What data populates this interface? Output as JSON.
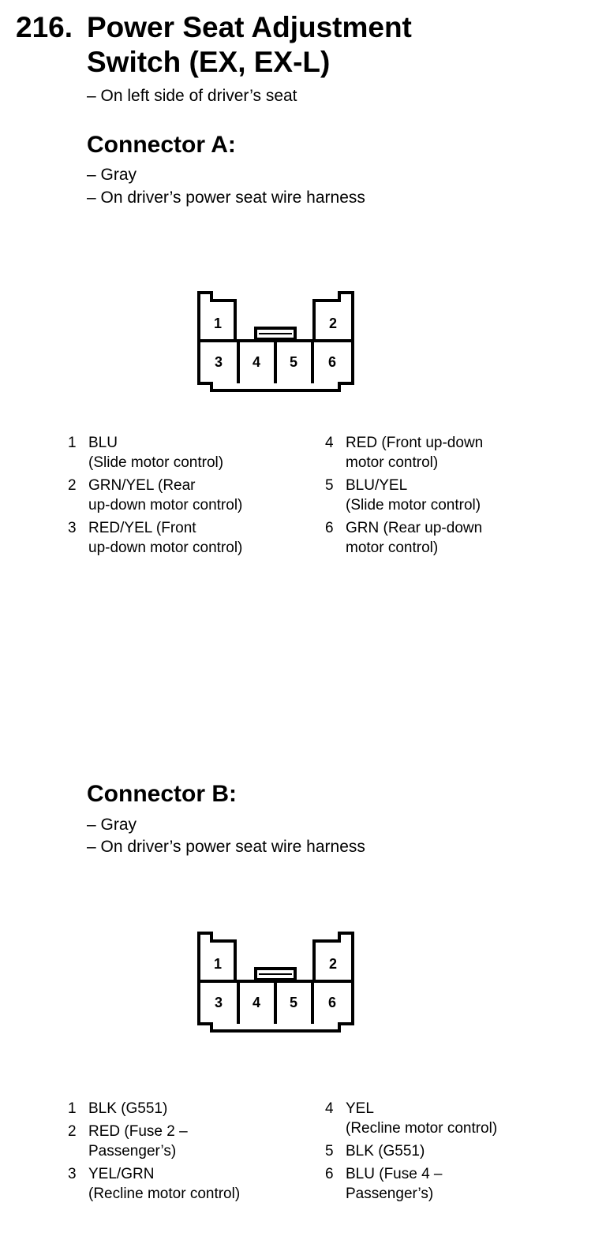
{
  "header": {
    "number": "216.",
    "title_line1": "Power Seat Adjustment",
    "title_line2": "Switch (EX, EX-L)",
    "location": "– On left side of driver’s seat"
  },
  "connector_a": {
    "heading": "Connector A:",
    "notes": [
      "– Gray",
      "– On driver’s power seat wire harness"
    ],
    "cavities": [
      "1",
      "2",
      "3",
      "4",
      "5",
      "6"
    ],
    "pins": [
      {
        "num": "1",
        "text": "BLU\n(Slide motor control)"
      },
      {
        "num": "2",
        "text": "GRN/YEL (Rear\nup-down motor control)"
      },
      {
        "num": "3",
        "text": "RED/YEL (Front\nup-down motor control)"
      },
      {
        "num": "4",
        "text": "RED (Front up-down\nmotor control)"
      },
      {
        "num": "5",
        "text": "BLU/YEL\n(Slide motor control)"
      },
      {
        "num": "6",
        "text": "GRN (Rear up-down\nmotor control)"
      }
    ]
  },
  "connector_b": {
    "heading": "Connector B:",
    "notes": [
      "– Gray",
      "– On driver’s power seat wire harness"
    ],
    "cavities": [
      "1",
      "2",
      "3",
      "4",
      "5",
      "6"
    ],
    "pins": [
      {
        "num": "1",
        "text": "BLK (G551)"
      },
      {
        "num": "2",
        "text": "RED (Fuse 2 –\nPassenger’s)"
      },
      {
        "num": "3",
        "text": "YEL/GRN\n(Recline motor control)"
      },
      {
        "num": "4",
        "text": "YEL\n(Recline motor control)"
      },
      {
        "num": "5",
        "text": "BLK (G551)"
      },
      {
        "num": "6",
        "text": "BLU (Fuse 4 –\nPassenger’s)"
      }
    ]
  }
}
